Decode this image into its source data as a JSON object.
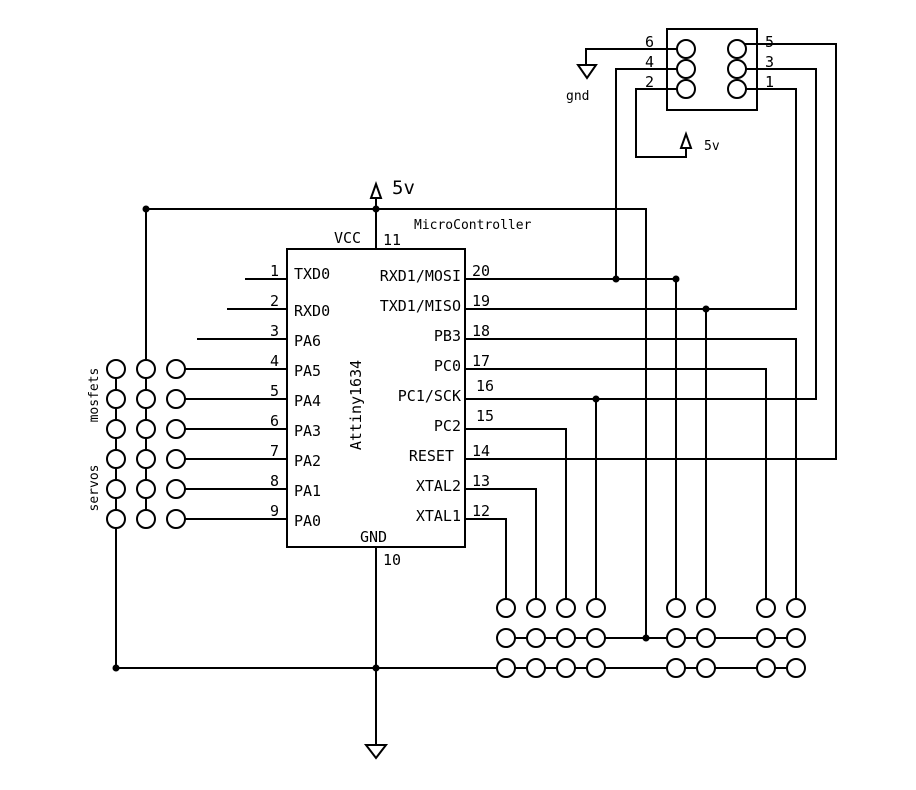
{
  "chip": {
    "name": "Attiny1634",
    "title": "MicroController",
    "vcc_label": "VCC",
    "vcc_pin": "11",
    "gnd_label": "GND",
    "gnd_pin": "10"
  },
  "left_pins": [
    {
      "num": "1",
      "label": "TXD0"
    },
    {
      "num": "2",
      "label": "RXD0"
    },
    {
      "num": "3",
      "label": "PA6"
    },
    {
      "num": "4",
      "label": "PA5"
    },
    {
      "num": "5",
      "label": "PA4"
    },
    {
      "num": "6",
      "label": "PA3"
    },
    {
      "num": "7",
      "label": "PA2"
    },
    {
      "num": "8",
      "label": "PA1"
    },
    {
      "num": "9",
      "label": "PA0"
    }
  ],
  "right_pins": [
    {
      "num": "20",
      "label": "RXD1/MOSI"
    },
    {
      "num": "19",
      "label": "TXD1/MISO"
    },
    {
      "num": "18",
      "label": "PB3"
    },
    {
      "num": "17",
      "label": "PC0"
    },
    {
      "num": "16",
      "label": "PC1/SCK"
    },
    {
      "num": "15",
      "label": "PC2"
    },
    {
      "num": "14",
      "label": "RESET"
    },
    {
      "num": "13",
      "label": "XTAL2"
    },
    {
      "num": "12",
      "label": "XTAL1"
    }
  ],
  "power": {
    "supply_main": "5v",
    "supply_isp": "5v",
    "ground_isp": "gnd"
  },
  "isp_header": {
    "pins_left": [
      "6",
      "4",
      "2"
    ],
    "pins_right": [
      "5",
      "3",
      "1"
    ]
  },
  "side_labels": {
    "mosfets": "mosfets",
    "servos": "servos"
  }
}
